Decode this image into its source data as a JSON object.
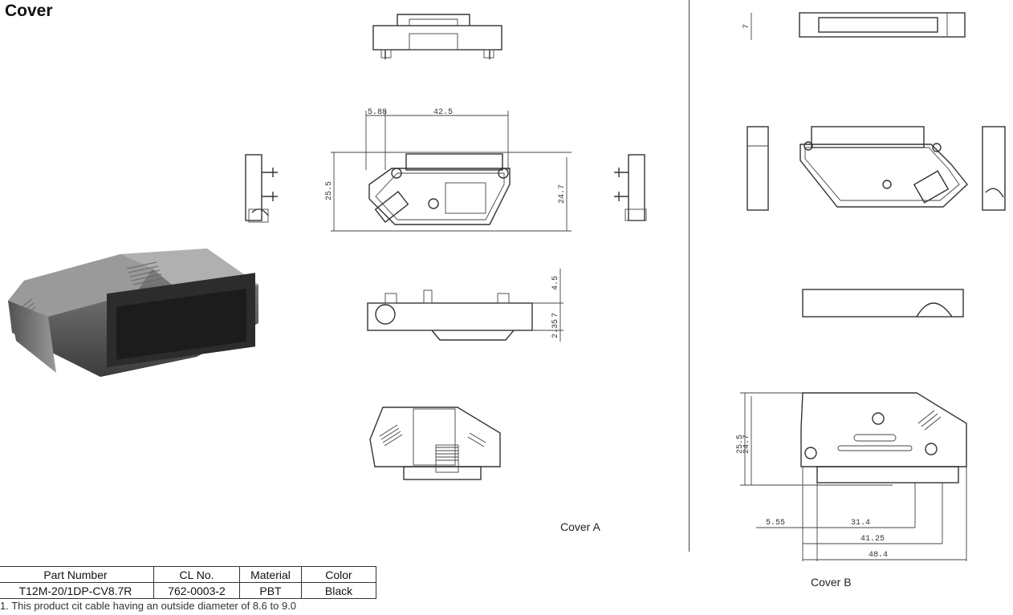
{
  "title": "Cover",
  "captions": {
    "cover_a": "Cover A",
    "cover_b": "Cover B"
  },
  "dimensions": {
    "a_5_88": "5.88",
    "a_42_5": "42.5",
    "a_25_5": "25.5",
    "a_24_7": "24.7",
    "a_4_5": "4.5",
    "a_7": "7",
    "a_2_35": "2.35",
    "b_7": "7",
    "b_25_5": "25.5",
    "b_24_7": "24.7",
    "b_5_55": "5.55",
    "b_31_4": "31.4",
    "b_41_25": "41.25",
    "b_48_4": "48.4"
  },
  "spec_table": {
    "headers": [
      "Part Number",
      "CL No.",
      "Material",
      "Color"
    ],
    "rows": [
      [
        "T12M-20/1DP-CV8.7R",
        "762-0003-2",
        "PBT",
        "Black"
      ]
    ]
  },
  "note": "1. This product cit cable having an outside diameter of 8.6 to 9.0"
}
